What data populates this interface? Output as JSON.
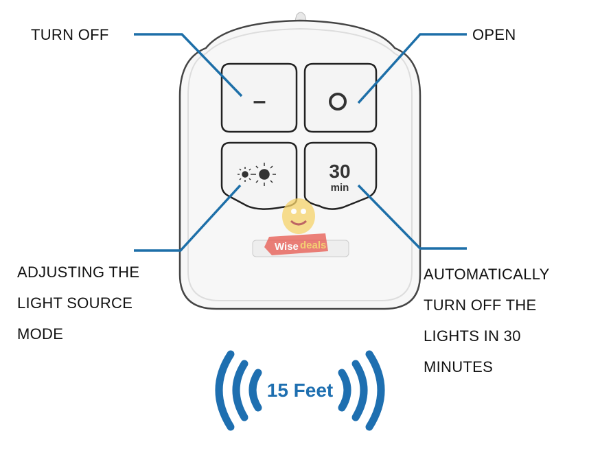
{
  "callouts": {
    "turn_off": "TURN OFF",
    "open": "OPEN",
    "adjust": [
      "ADJUSTING THE",
      "LIGHT SOURCE",
      "MODE"
    ],
    "auto_off": [
      "AUTOMATICALLY",
      "TURN OFF THE",
      "LIGHTS IN 30",
      "MINUTES"
    ]
  },
  "remote": {
    "buttons": {
      "off_symbol": "–",
      "on_symbol": "O",
      "mode_icon": "sun-brightness-icon",
      "timer_value": "30",
      "timer_unit": "min"
    }
  },
  "range": {
    "label": "15 Feet",
    "icon": "wireless-signal-icon"
  },
  "watermark": {
    "word1": "Wise",
    "word2": "deals"
  },
  "colors": {
    "callout_line": "#1d6fa8",
    "range_blue": "#1e6fb0",
    "text": "#111111"
  }
}
